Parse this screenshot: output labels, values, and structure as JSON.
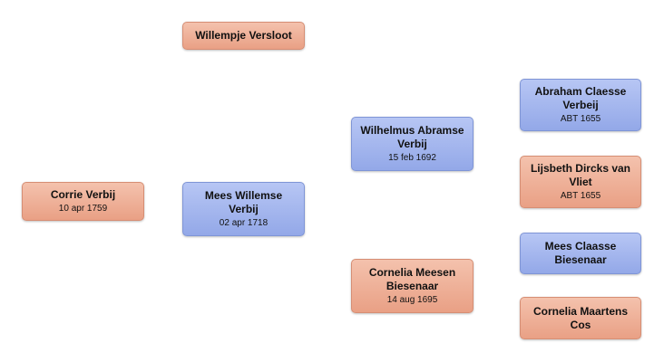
{
  "tree": {
    "subject": {
      "name": "Corrie Verbij",
      "date": "10 apr 1759"
    },
    "mother": {
      "name": "Willempje Versloot"
    },
    "father": {
      "name": "Mees Willemse Verbij",
      "date": "02 apr 1718"
    },
    "paternal_grandfather": {
      "name": "Wilhelmus Abramse Verbij",
      "date": "15 feb 1692"
    },
    "paternal_grandmother": {
      "name": "Cornelia Meesen Biesenaar",
      "date": "14 aug 1695"
    },
    "ggf_1": {
      "name": "Abraham Claesse Verbeij",
      "date": "ABT 1655"
    },
    "ggm_1": {
      "name": "Lijsbeth Dircks van Vliet",
      "date": "ABT 1655"
    },
    "ggf_2": {
      "name": "Mees Claasse Biesenaar"
    },
    "ggm_2": {
      "name": "Cornelia Maartens Cos"
    }
  },
  "colors": {
    "female": "#eeb09a",
    "male": "#a5b7ee"
  }
}
